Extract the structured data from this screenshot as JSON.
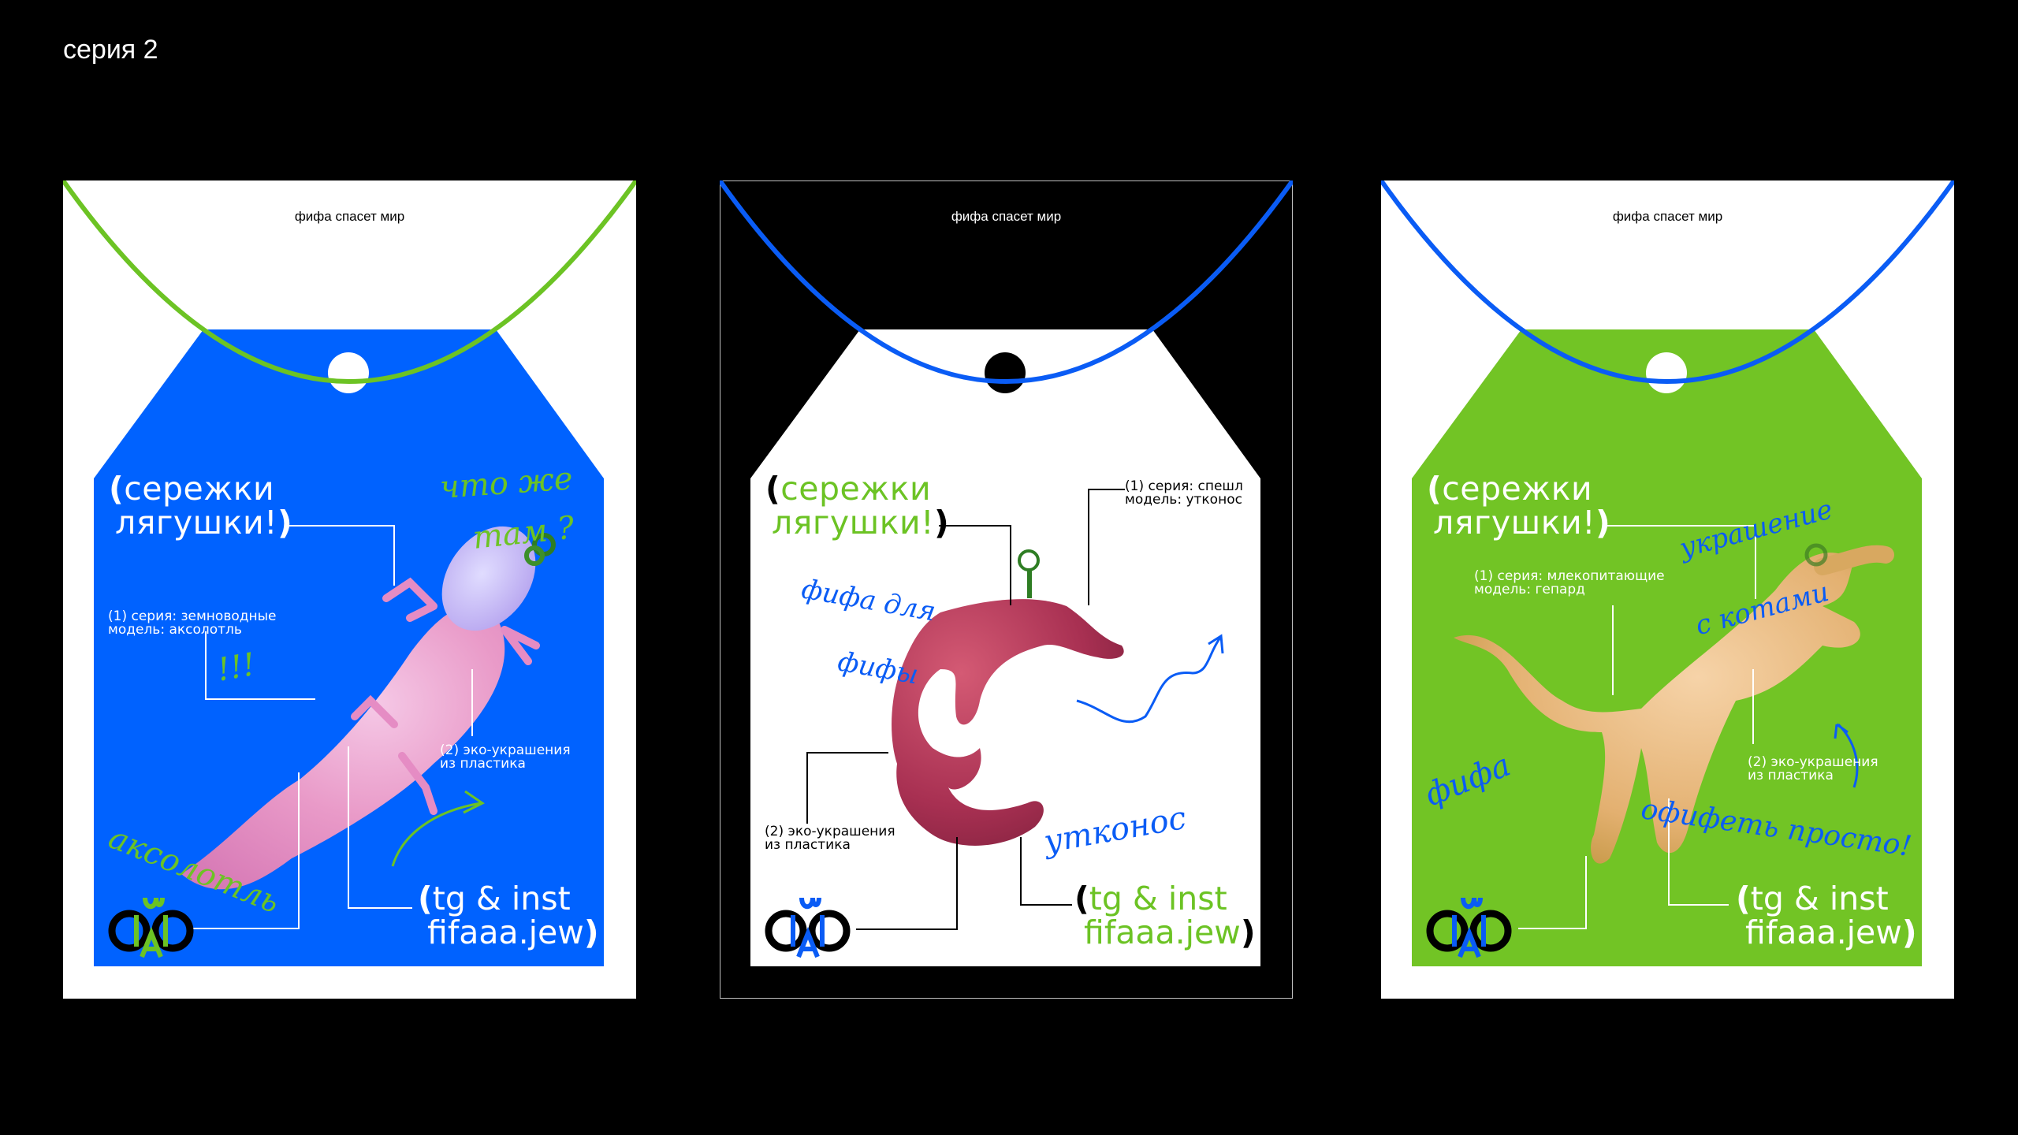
{
  "header": {
    "series_label": "серия 2"
  },
  "cards": [
    {
      "id": "axolotl",
      "colors": {
        "card": "#ffffff",
        "tag": "#0062ff",
        "string": "#6cc324",
        "hole": "#ffffff",
        "title": "#ffffff",
        "bracket": "#ffffff",
        "note": "#ffffff",
        "hand": "#6cc324",
        "line": "#ffffff",
        "brand": "#000000",
        "logo_ring": "#000000",
        "logo_mark": "#6cc324",
        "border": "#ffffff"
      },
      "brand": "фифа спасет мир",
      "title_line1": "сережки",
      "title_line2": "лягушки!",
      "note1_line1": "(1) серия: земноводные",
      "note1_line2": "модель: аксолотль",
      "note2_line1": "(2) эко-украшения",
      "note2_line2": "из пластика",
      "contact_line1": "tg & inst",
      "contact_line2": "fifaaa.jew",
      "handwriting": [
        "что же",
        "там ?",
        "!!!",
        "аксолотль"
      ],
      "logo_text": "фифа"
    },
    {
      "id": "platypus",
      "colors": {
        "card": "#000000",
        "tag": "#ffffff",
        "string": "#0a5cf5",
        "hole": "#000000",
        "title": "#6cc324",
        "bracket": "#000000",
        "note": "#000000",
        "hand": "#0a5cf5",
        "line": "#000000",
        "brand": "#ffffff",
        "logo_ring": "#000000",
        "logo_mark": "#0a5cf5",
        "border": "#bfbfbf"
      },
      "brand": "фифа спасет мир",
      "title_line1": "сережки",
      "title_line2": "лягушки!",
      "note1_line1": "(1) серия: спешл",
      "note1_line2": "модель: утконос",
      "note2_line1": "(2) эко-украшения",
      "note2_line2": "из пластика",
      "contact_line1": "tg & inst",
      "contact_line2": "fifaaa.jew",
      "handwriting": [
        "фифа для",
        "фифы",
        "утконос"
      ],
      "logo_text": "фифа"
    },
    {
      "id": "cheetah",
      "colors": {
        "card": "#ffffff",
        "tag": "#72c425",
        "string": "#0a5cf5",
        "hole": "#ffffff",
        "title": "#ffffff",
        "bracket": "#ffffff",
        "note": "#ffffff",
        "hand": "#0a5cf5",
        "line": "#ffffff",
        "brand": "#000000",
        "logo_ring": "#000000",
        "logo_mark": "#0a5cf5",
        "border": "#ffffff"
      },
      "brand": "фифа спасет мир",
      "title_line1": "сережки",
      "title_line2": "лягушки!",
      "note1_line1": "(1) серия: млекопитающие",
      "note1_line2": "модель: гепард",
      "note2_line1": "(2) эко-украшения",
      "note2_line2": "из пластика",
      "contact_line1": "tg & inst",
      "contact_line2": "fifaaa.jew",
      "handwriting": [
        "украшение",
        "с котами",
        "фифа",
        "офифеть просто!"
      ],
      "logo_text": "фифа"
    }
  ]
}
